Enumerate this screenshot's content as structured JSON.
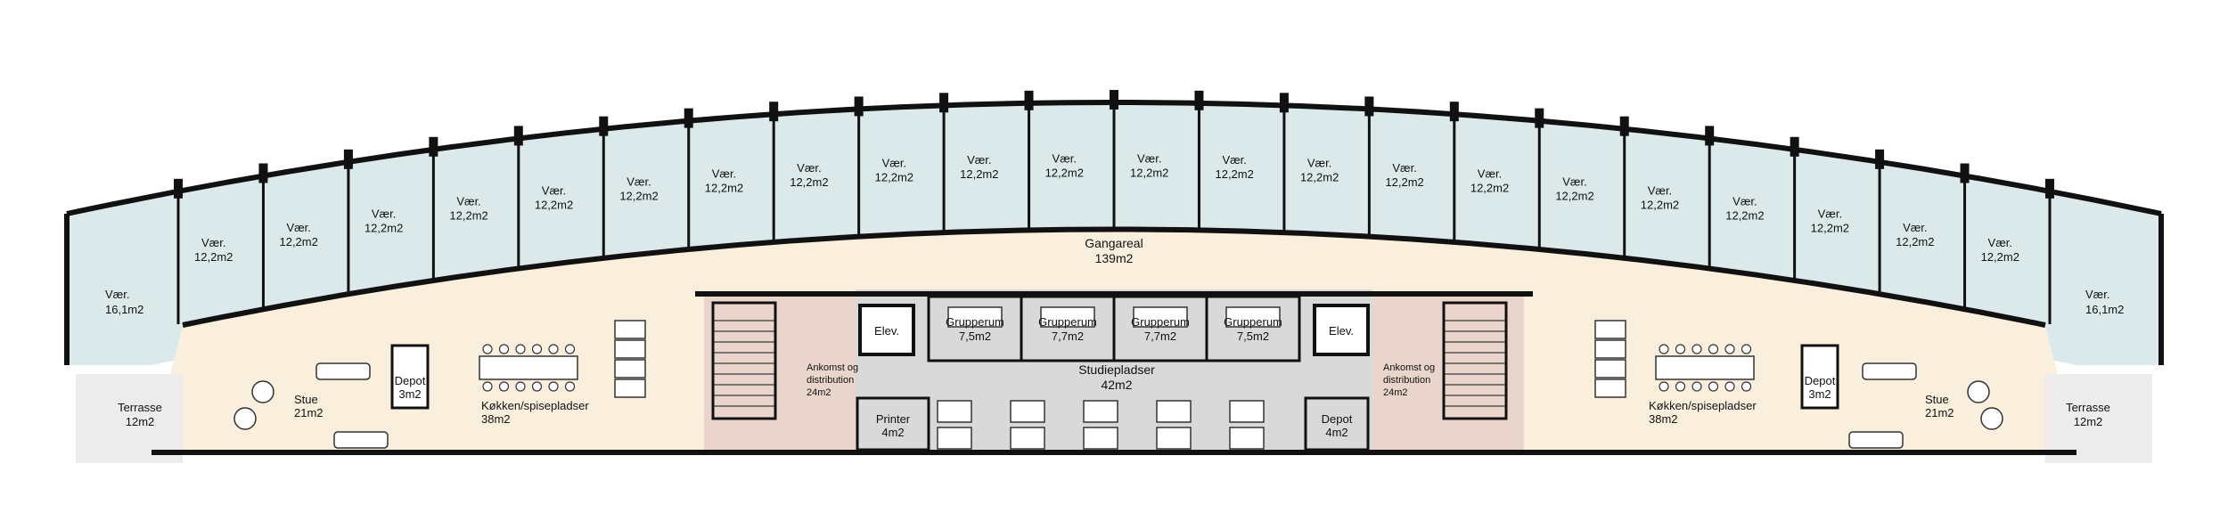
{
  "colors": {
    "room": "#dbe9ea",
    "corridor": "#faeedd",
    "studie": "#d9d9d9",
    "stair": "#ead5cc",
    "wall": "#111111",
    "window": "#aaaaaa"
  },
  "labels": {
    "gangareal": {
      "name": "Gangareal",
      "area": "139m2"
    },
    "studie": {
      "name": "Studiepladser",
      "area": "42m2"
    },
    "printer": {
      "name": "Printer",
      "area": "4m2"
    },
    "depot_center": {
      "name": "Depot",
      "area": "4m2"
    },
    "elev_left": {
      "name": "Elev."
    },
    "elev_right": {
      "name": "Elev."
    },
    "ankomst_left": {
      "line1": "Ankomst og",
      "line2": "distribution",
      "area": "24m2"
    },
    "ankomst_right": {
      "line1": "Ankomst og",
      "line2": "distribution",
      "area": "24m2"
    },
    "terrasse_left": {
      "name": "Terrasse",
      "area": "12m2"
    },
    "terrasse_right": {
      "name": "Terrasse",
      "area": "12m2"
    },
    "stue_left": {
      "name": "Stue",
      "area": "21m2"
    },
    "stue_right": {
      "name": "Stue",
      "area": "21m2"
    },
    "depot_left": {
      "name": "Depot",
      "area": "3m2"
    },
    "depot_right": {
      "name": "Depot",
      "area": "3m2"
    },
    "kokken_left": {
      "name": "Køkken/spisepladser",
      "area": "38m2"
    },
    "kokken_right": {
      "name": "Køkken/spisepladser",
      "area": "38m2"
    },
    "rooms_end_left": {
      "name": "Vær.",
      "area": "16,1m2"
    },
    "rooms_end_right": {
      "name": "Vær.",
      "area": "16,1m2"
    }
  },
  "grupperum": [
    {
      "name": "Grupperum",
      "area": "7,5m2"
    },
    {
      "name": "Grupperum",
      "area": "7,7m2"
    },
    {
      "name": "Grupperum",
      "area": "7,7m2"
    },
    {
      "name": "Grupperum",
      "area": "7,5m2"
    }
  ],
  "vaer_rooms": [
    {
      "name": "Vær.",
      "area": "12,2m2"
    },
    {
      "name": "Vær.",
      "area": "12,2m2"
    },
    {
      "name": "Vær.",
      "area": "12,2m2"
    },
    {
      "name": "Vær.",
      "area": "12,2m2"
    },
    {
      "name": "Vær.",
      "area": "12,2m2"
    },
    {
      "name": "Vær.",
      "area": "12,2m2"
    },
    {
      "name": "Vær.",
      "area": "12,2m2"
    },
    {
      "name": "Vær.",
      "area": "12,2m2"
    },
    {
      "name": "Vær.",
      "area": "12,2m2"
    },
    {
      "name": "Vær.",
      "area": "12,2m2"
    },
    {
      "name": "Vær.",
      "area": "12,2m2"
    },
    {
      "name": "Vær.",
      "area": "12,2m2"
    },
    {
      "name": "Vær.",
      "area": "12,2m2"
    },
    {
      "name": "Vær.",
      "area": "12,2m2"
    },
    {
      "name": "Vær.",
      "area": "12,2m2"
    },
    {
      "name": "Vær.",
      "area": "12,2m2"
    },
    {
      "name": "Vær.",
      "area": "12,2m2"
    },
    {
      "name": "Vær.",
      "area": "12,2m2"
    },
    {
      "name": "Vær.",
      "area": "12,2m2"
    },
    {
      "name": "Vær.",
      "area": "12,2m2"
    },
    {
      "name": "Vær.",
      "area": "12,2m2"
    },
    {
      "name": "Vær.",
      "area": "12,2m2"
    }
  ]
}
